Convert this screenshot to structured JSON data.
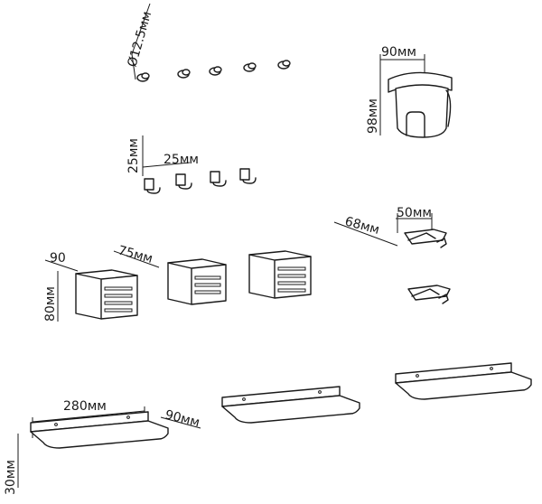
{
  "dimensions": {
    "knob_diameter": "Ø12.5мм",
    "cup_width": "90мм",
    "cup_height": "98мм",
    "hook_height": "25мм",
    "hook_width": "25мм",
    "holder_depth": "68мм",
    "holder_width": "50мм",
    "basket_width": "90",
    "basket_depth": "75мм",
    "basket_height": "80мм",
    "shelf_length": "280мм",
    "shelf_depth": "90мм",
    "shelf_height": "30мм"
  }
}
